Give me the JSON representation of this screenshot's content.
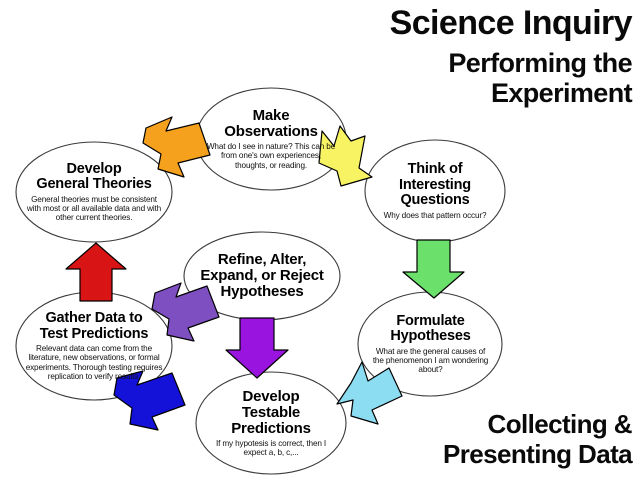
{
  "headings": {
    "title": "Science Inquiry",
    "subtitle_line1": "Performing the",
    "subtitle_line2": "Experiment",
    "caption_line1": "Collecting &",
    "caption_line2": "Presenting Data"
  },
  "diagram": {
    "type": "cycle-flowchart",
    "nodes": [
      {
        "id": "make-observations",
        "title_line1": "Make",
        "title_line2": "Observations",
        "body": "What do I see in nature? This can be from one's own experiences, thoughts, or reading."
      },
      {
        "id": "think-questions",
        "title_line1": "Think of",
        "title_line2": "Interesting",
        "title_line3": "Questions",
        "body": "Why does that pattern occur?"
      },
      {
        "id": "formulate-hypotheses",
        "title_line1": "Formulate",
        "title_line2": "Hypotheses",
        "body": "What are the general causes of the phenomenon I am wondering about?"
      },
      {
        "id": "develop-predictions",
        "title_line1": "Develop",
        "title_line2": "Testable",
        "title_line3": "Predictions",
        "body": "If my hypotesis is correct, then I expect a, b, c,..."
      },
      {
        "id": "gather-data",
        "title_line1": "Gather Data to",
        "title_line2": "Test Predictions",
        "body": "Relevant data can come from the literature, new observations, or formal experiments.  Thorough testing requires replication to verify results."
      },
      {
        "id": "develop-theories",
        "title_line1": "Develop",
        "title_line2": "General Theories",
        "body": "General theories must be consistent with most or all available data and with other current theories."
      },
      {
        "id": "refine-hypotheses",
        "title_line1": "Refine, Alter,",
        "title_line2": "Expand, or Reject",
        "title_line3": "Hypotheses",
        "body": ""
      }
    ],
    "arrows": [
      {
        "id": "arrow-theories-to-observations",
        "color": "#F5A11E",
        "direction": "up-left",
        "from": "make-observations",
        "to": "develop-theories"
      },
      {
        "id": "arrow-observations-to-questions",
        "color": "#F7F362",
        "direction": "down-right",
        "from": "make-observations",
        "to": "think-questions"
      },
      {
        "id": "arrow-questions-to-hypotheses",
        "color": "#6BE06B",
        "direction": "down",
        "from": "think-questions",
        "to": "formulate-hypotheses"
      },
      {
        "id": "arrow-hypotheses-to-predictions",
        "color": "#8DDDF2",
        "direction": "down-left",
        "from": "formulate-hypotheses",
        "to": "develop-predictions"
      },
      {
        "id": "arrow-predictions-to-gather",
        "color": "#1412D8",
        "direction": "up-left",
        "from": "develop-predictions",
        "to": "gather-data"
      },
      {
        "id": "arrow-gather-to-theories",
        "color": "#D81414",
        "direction": "up",
        "from": "gather-data",
        "to": "develop-theories"
      },
      {
        "id": "arrow-refine-to-gather",
        "color": "#7E4FC0",
        "direction": "down-left",
        "from": "refine-hypotheses",
        "to": "gather-data"
      },
      {
        "id": "arrow-refine-to-predictions",
        "color": "#9A14E0",
        "direction": "down",
        "from": "refine-hypotheses",
        "to": "develop-predictions"
      }
    ],
    "node_style": {
      "fill": "#ffffff",
      "stroke": "#333333"
    }
  }
}
